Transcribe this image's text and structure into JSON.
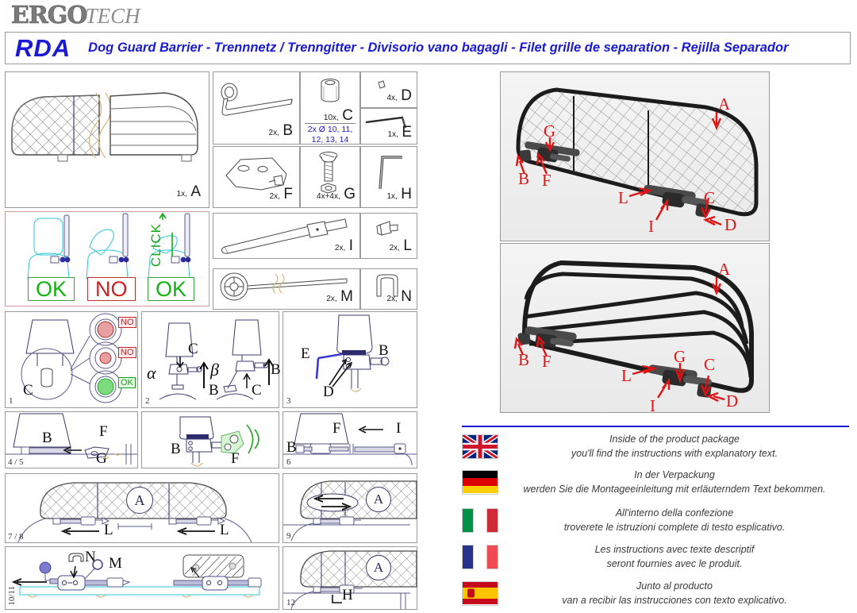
{
  "brand": {
    "part1": "ERGO",
    "part2": "TECH"
  },
  "header": {
    "code": "RDA",
    "title": "Dog Guard Barrier - Trennnetz / Trenngitter - Divisorio vano bagagli - Filet grille de separation - Rejilla Separador"
  },
  "parts": {
    "a": {
      "qty": "1x,",
      "letter": "A"
    },
    "b": {
      "qty": "2x,",
      "letter": "B"
    },
    "c": {
      "qty": "10x,",
      "letter": "C",
      "note": "2x Ø 10, 11,\n12, 13, 14"
    },
    "c_note_l1": "2x Ø 10, 11,",
    "c_note_l2": "12, 13, 14",
    "d": {
      "qty": "4x,",
      "letter": "D"
    },
    "e": {
      "qty": "1x,",
      "letter": "E"
    },
    "f": {
      "qty": "2x,",
      "letter": "F"
    },
    "g": {
      "qty": "4x+4x,",
      "letter": "G"
    },
    "h": {
      "qty": "1x,",
      "letter": "H"
    },
    "i": {
      "qty": "2x,",
      "letter": "I"
    },
    "l": {
      "qty": "2x,",
      "letter": "L"
    },
    "m": {
      "qty": "2x,",
      "letter": "M"
    },
    "n": {
      "qty": "2x,",
      "letter": "N"
    }
  },
  "fit_check": {
    "ok_left": "OK",
    "no_middle": "NO",
    "ok_right": "OK",
    "click": "CLICK"
  },
  "steps": {
    "s1": {
      "number": "1",
      "label_c": "C",
      "tag_no_1": "NO",
      "tag_no_2": "NO",
      "tag_ok": "OK"
    },
    "s2": {
      "number": "2",
      "alpha": "α",
      "beta": "β",
      "lab_c1": "C",
      "lab_b1": "B",
      "lab_b2": "B",
      "lab_c2": "C"
    },
    "s3": {
      "number": "3",
      "lab_e": "E",
      "lab_d": "D",
      "lab_b": "B"
    },
    "s45": {
      "number": "4 / 5",
      "lab_b": "B",
      "lab_f": "F",
      "lab_g": "G"
    },
    "s_mid": {
      "number": "",
      "lab_b": "B",
      "lab_f": "F"
    },
    "s6": {
      "number": "6",
      "lab_b": "B",
      "lab_f": "F",
      "lab_i": "I"
    },
    "s78": {
      "number": "7 / 8",
      "circle": "A",
      "lab_l1": "L",
      "lab_l2": "L"
    },
    "s9": {
      "number": "9",
      "circle": "A"
    },
    "s1011": {
      "number": "10/11",
      "lab_n": "N",
      "lab_m": "M"
    },
    "s12": {
      "number": "12",
      "circle": "A",
      "lab_h": "H"
    }
  },
  "photos": {
    "mesh": {
      "labels": {
        "a": "A",
        "g": "G",
        "b": "B",
        "f": "F",
        "l": "L",
        "i": "I",
        "c": "C",
        "d": "D"
      }
    },
    "bars": {
      "labels": {
        "a": "A",
        "g": "G",
        "b": "B",
        "f": "F",
        "l": "L",
        "i": "I",
        "c": "C",
        "d": "D"
      }
    }
  },
  "languages": [
    {
      "flag": "uk-flag",
      "line1": "Inside of the product package",
      "line2": "you'll find the instructions with explanatory text."
    },
    {
      "flag": "germany-flag",
      "line1": "In der Verpackung",
      "line2": "werden Sie die Montageeinleitung mit erläuterndem Text bekommen."
    },
    {
      "flag": "italy-flag",
      "line1": "All'interno della confezione",
      "line2": "troverete le istruzioni complete di testo esplicativo."
    },
    {
      "flag": "france-flag",
      "line1": "Les instructions avec texte descriptif",
      "line2": "seront fournies avec le produit."
    },
    {
      "flag": "spain-flag",
      "line1": "Junto al producto",
      "line2": "van a recibir las instrucciones con texto explicativo."
    }
  ],
  "colors": {
    "brand_blue": "#1a1ad6",
    "label_red": "#e01414",
    "ok_green": "#13b313",
    "no_red": "#cc2222",
    "line_navy": "#3b3b6e"
  }
}
